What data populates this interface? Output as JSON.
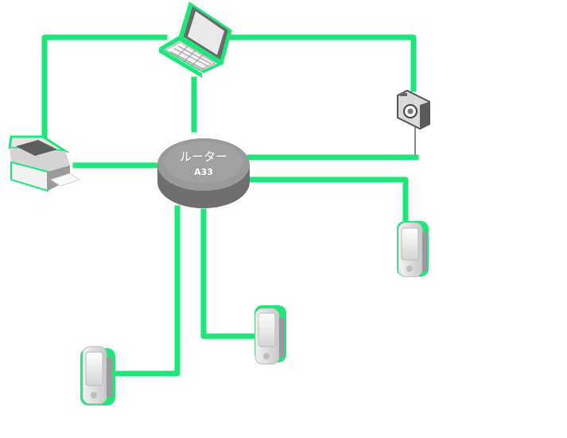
{
  "router": {
    "name": "ルーター",
    "model": "A33"
  },
  "devices": [
    {
      "id": "laptop",
      "kind": "laptop-icon"
    },
    {
      "id": "printer",
      "kind": "printer-scanner-icon"
    },
    {
      "id": "camera",
      "kind": "camera-icon"
    },
    {
      "id": "phone-right",
      "kind": "smartphone-icon"
    },
    {
      "id": "phone-mid",
      "kind": "smartphone-icon"
    },
    {
      "id": "phone-left",
      "kind": "smartphone-icon"
    }
  ],
  "colors": {
    "link": "#1ee67a",
    "router_top": "#9a9a9a",
    "router_side": "#6f6f6f",
    "device_body": "#d8d8d8"
  }
}
